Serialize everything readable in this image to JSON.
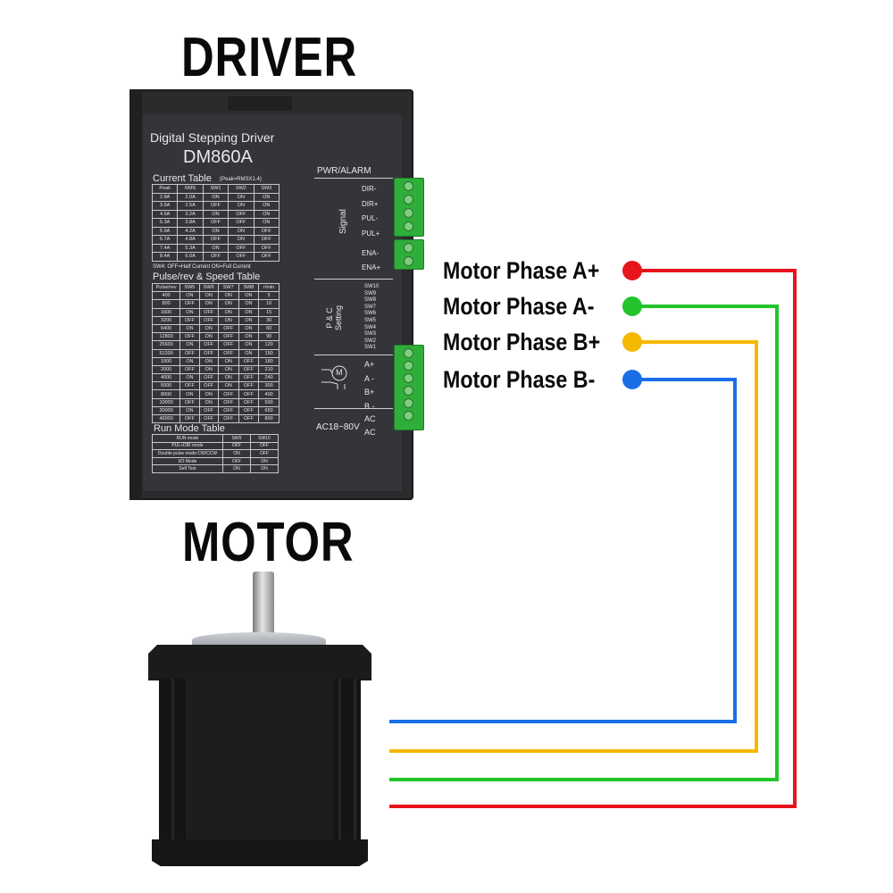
{
  "titles": {
    "driver": "DRIVER",
    "motor": "MOTOR"
  },
  "driver": {
    "header": "Digital Stepping Driver",
    "model": "DM860A",
    "pwr_alarm": "PWR/ALARM",
    "current_table_title": "Current Table",
    "current_table_note": "(Peak=RMSX1.4)",
    "current_table": {
      "headers": [
        "Peak",
        "RMS",
        "SW1",
        "SW2",
        "SW3"
      ],
      "rows": [
        [
          "2.8A",
          "2.0A",
          "ON",
          "ON",
          "ON"
        ],
        [
          "3.5A",
          "2.5A",
          "OFF",
          "ON",
          "ON"
        ],
        [
          "4.5A",
          "3.2A",
          "ON",
          "OFF",
          "ON"
        ],
        [
          "5.3A",
          "3.8A",
          "OFF",
          "OFF",
          "ON"
        ],
        [
          "5.9A",
          "4.2A",
          "ON",
          "ON",
          "OFF"
        ],
        [
          "6.7A",
          "4.8A",
          "OFF",
          "ON",
          "OFF"
        ],
        [
          "7.4A",
          "5.3A",
          "ON",
          "OFF",
          "OFF"
        ],
        [
          "8.4A",
          "6.0A",
          "OFF",
          "OFF",
          "OFF"
        ]
      ]
    },
    "sw4_note": "SW4: OFF=Half Current      ON=Full Current",
    "pulse_table_title": "Pulse/rev & Speed Table",
    "pulse_table": {
      "headers": [
        "Pulse/rev",
        "SW5",
        "SW6",
        "SW7",
        "SW8",
        "r/min"
      ],
      "rows": [
        [
          "400",
          "ON",
          "ON",
          "ON",
          "ON",
          "5"
        ],
        [
          "800",
          "OFF",
          "ON",
          "ON",
          "ON",
          "10"
        ],
        [
          "1600",
          "ON",
          "OFF",
          "ON",
          "ON",
          "15"
        ],
        [
          "3200",
          "OFF",
          "OFF",
          "ON",
          "ON",
          "30"
        ],
        [
          "6400",
          "ON",
          "ON",
          "OFF",
          "ON",
          "60"
        ],
        [
          "12800",
          "OFF",
          "ON",
          "OFF",
          "ON",
          "90"
        ],
        [
          "25600",
          "ON",
          "OFF",
          "OFF",
          "ON",
          "120"
        ],
        [
          "51200",
          "OFF",
          "OFF",
          "OFF",
          "ON",
          "150"
        ],
        [
          "1000",
          "ON",
          "ON",
          "ON",
          "OFF",
          "180"
        ],
        [
          "2000",
          "OFF",
          "ON",
          "ON",
          "OFF",
          "210"
        ],
        [
          "4000",
          "ON",
          "OFF",
          "ON",
          "OFF",
          "240"
        ],
        [
          "5000",
          "OFF",
          "OFF",
          "ON",
          "OFF",
          "300"
        ],
        [
          "8000",
          "ON",
          "ON",
          "OFF",
          "OFF",
          "400"
        ],
        [
          "10000",
          "OFF",
          "ON",
          "OFF",
          "OFF",
          "500"
        ],
        [
          "20000",
          "ON",
          "OFF",
          "OFF",
          "OFF",
          "650"
        ],
        [
          "40000",
          "OFF",
          "OFF",
          "OFF",
          "OFF",
          "800"
        ]
      ]
    },
    "run_table_title": "Run Mode Table",
    "run_table": {
      "headers": [
        "RUN mode",
        "SW9",
        "SW10"
      ],
      "rows": [
        [
          "PUL+DIR mode",
          "OFF",
          "OFF"
        ],
        [
          "Double pulse mode:CW/CCW",
          "ON",
          "OFF"
        ],
        [
          "I/O Mode",
          "OFF",
          "ON"
        ],
        [
          "Self Test",
          "ON",
          "ON"
        ]
      ]
    },
    "signal_label": "Signal",
    "signal_pins": [
      "DIR-",
      "DIR+",
      "PUL-",
      "PUL+",
      "ENA-",
      "ENA+"
    ],
    "setting_label": "P & C Setting",
    "switches": [
      "SW10",
      "SW9",
      "SW8",
      "SW7",
      "SW6",
      "SW5",
      "SW4",
      "SW3",
      "SW2",
      "SW1"
    ],
    "motor_pins": [
      "A+",
      "A -",
      "B+",
      "B -"
    ],
    "motor_symbol": "M",
    "power_label": "AC18~80V",
    "power_pins": [
      "AC",
      "AC"
    ]
  },
  "phases": [
    {
      "label": "Motor Phase A+",
      "color": "#e8141b"
    },
    {
      "label": "Motor Phase A-",
      "color": "#22c42a"
    },
    {
      "label": "Motor Phase B+",
      "color": "#f5b800"
    },
    {
      "label": "Motor Phase B-",
      "color": "#1a6fe8"
    }
  ]
}
